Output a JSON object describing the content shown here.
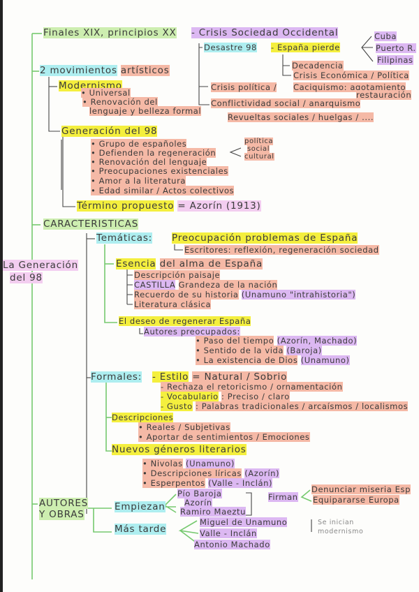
{
  "title": {
    "line1": "La Generación",
    "line2": "del 98"
  },
  "context": {
    "period": "Finales XIX, principios XX",
    "crisis": "- Crisis Sociedad Occidental",
    "desastre": "Desastre 98",
    "espana_pierde": "- España pierde",
    "colonies": [
      "Cuba",
      "Puerto R.",
      "Filipinas"
    ],
    "decadencia": "Decadencia",
    "crisis_economica": "Crisis Económica / Política",
    "crisis_politica": "Crisis política /",
    "caciquismo": "Caciquismo: agotamiento",
    "restauracion": "restauración",
    "conflictividad": "Conflictividad social / anarquismo",
    "revueltas": "Revueltas sociales / huelgas / ...."
  },
  "movimientos": {
    "label": "2 movimientos",
    "label2": "artísticos",
    "modernismo": {
      "label": "Modernismo",
      "items": [
        "• Universal",
        "• Renovación del",
        "lenguaje y belleza formal"
      ]
    },
    "generacion": {
      "label": "Generación del 98",
      "items": [
        "• Grupo de españoles",
        "• Defienden la regeneración",
        "• Renovación del lenguaje",
        "• Preocupaciones existenciales",
        "• Amor a la literatura",
        "• Edad similar / Actos colectivos"
      ],
      "regeneracion_tipos": [
        "política",
        "social",
        "cultural"
      ],
      "termino_label": "Término propuesto",
      "termino_value": "= Azorín (1913)"
    }
  },
  "caracteristicas": {
    "label": "CARACTERISTICAS",
    "tematicas": {
      "label": "Temáticas:",
      "preocupacion": "Preocupación problemas de España",
      "escritores": "Escritores: reflexión, regeneración sociedad",
      "esencia": "Esencia",
      "esencia_rest": "del alma de España",
      "esencia_items": [
        "Descripción paisaje",
        "CASTILLA",
        "Grandeza de la nación",
        "Recuerdo de su historia",
        "(Unamuno \"intrahistoria\")",
        "Literatura clásica"
      ],
      "deseo": "El deseo de regenerar España",
      "autores_preocupados": "Autores preocupados:",
      "preocupaciones": [
        {
          "tema": "• Paso del tiempo",
          "autor": "(Azorín, Machado)"
        },
        {
          "tema": "• Sentido de la vida",
          "autor": "(Baroja)"
        },
        {
          "tema": "• La existencia de Dios",
          "autor": "(Unamuno)"
        }
      ]
    },
    "formales": {
      "label": "Formales:",
      "estilo": "- Estilo",
      "estilo_value": "= Natural / Sobrio",
      "rechaza": "- Rechaza el retoricismo / ornamentación",
      "vocabulario": "- Vocabulario",
      "vocabulario_value": ": Preciso / claro",
      "gusto": "- Gusto",
      "gusto_value": ": Palabras tradicionales / arcaísmos / localismos",
      "descripciones": "Descripciones",
      "descripciones_items": [
        "• Reales / Subjetivas",
        "• Aportar de sentimientos / Emociones"
      ],
      "nuevos_generos": "Nuevos géneros literarios",
      "generos_items": [
        {
          "genero": "• Nivolas",
          "autor": "(Unamuno)"
        },
        {
          "genero": "• Descripciones líricas",
          "autor": "(Azorín)"
        },
        {
          "genero": "• Esperpentos",
          "autor": "(Valle - Inclán)"
        }
      ]
    }
  },
  "autores": {
    "label1": "AUTORES",
    "label2": "Y OBRAS",
    "empiezan": "Empiezan",
    "grupo1": [
      "Pío Baroja",
      "Azorín",
      "Ramiro Maeztu"
    ],
    "firman": "Firman",
    "firman_items": [
      "Denunciar miseria Esp",
      "Equipararse Europa"
    ],
    "mas_tarde": "Más tarde",
    "grupo2": [
      "Miguel de Unamuno",
      "Valle - Inclán",
      "Antonio Machado"
    ],
    "nota": [
      "Se inician",
      "modernismo"
    ]
  },
  "colors": {
    "yellow": "#f4ef3e",
    "green": "#cdeeb0",
    "cyan": "#aeeef0",
    "salmon": "#f5b9a6",
    "purple": "#dcb8f2",
    "pink": "#f3cdf0",
    "green_line": "#5cc05c"
  }
}
